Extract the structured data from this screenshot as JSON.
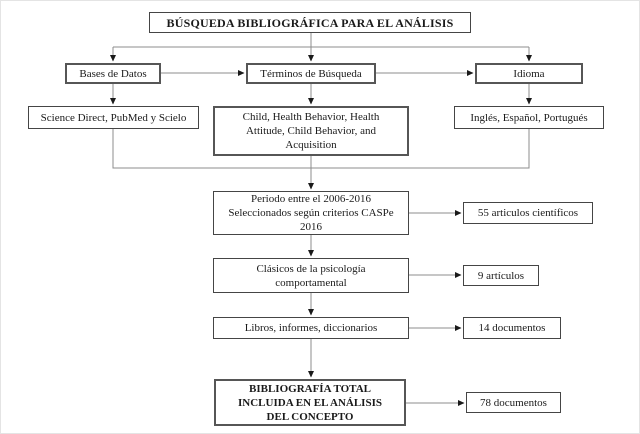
{
  "diagram": {
    "title": "BÚSQUEDA BIBLIOGRÁFICA PARA EL ANÁLISIS",
    "categories": {
      "databases": "Bases de Datos",
      "search_terms": "Términos de Búsqueda",
      "language": "Idioma"
    },
    "details": {
      "databases": "Science Direct, PubMed y Scielo",
      "search_terms": [
        "Child, Health Behavior, Health",
        "Attitude, Child Behavior, and",
        "Acquisition"
      ],
      "language": "Inglés, Español, Portugués"
    },
    "filters": [
      {
        "label": [
          "Periodo entre el 2006-2016",
          "Seleccionados según criterios CASPe",
          "2016"
        ],
        "result": "55 articulos científicos"
      },
      {
        "label": [
          "Clásicos de la psicología",
          "comportamental"
        ],
        "result": "9 artículos"
      },
      {
        "label": [
          "Libros, informes, diccionarios"
        ],
        "result": "14 documentos"
      },
      {
        "label": [
          "BIBLIOGRAFÍA TOTAL",
          "INCLUIDA EN EL ANÁLISIS",
          "DEL CONCEPTO"
        ],
        "result": "78 documentos"
      }
    ]
  }
}
